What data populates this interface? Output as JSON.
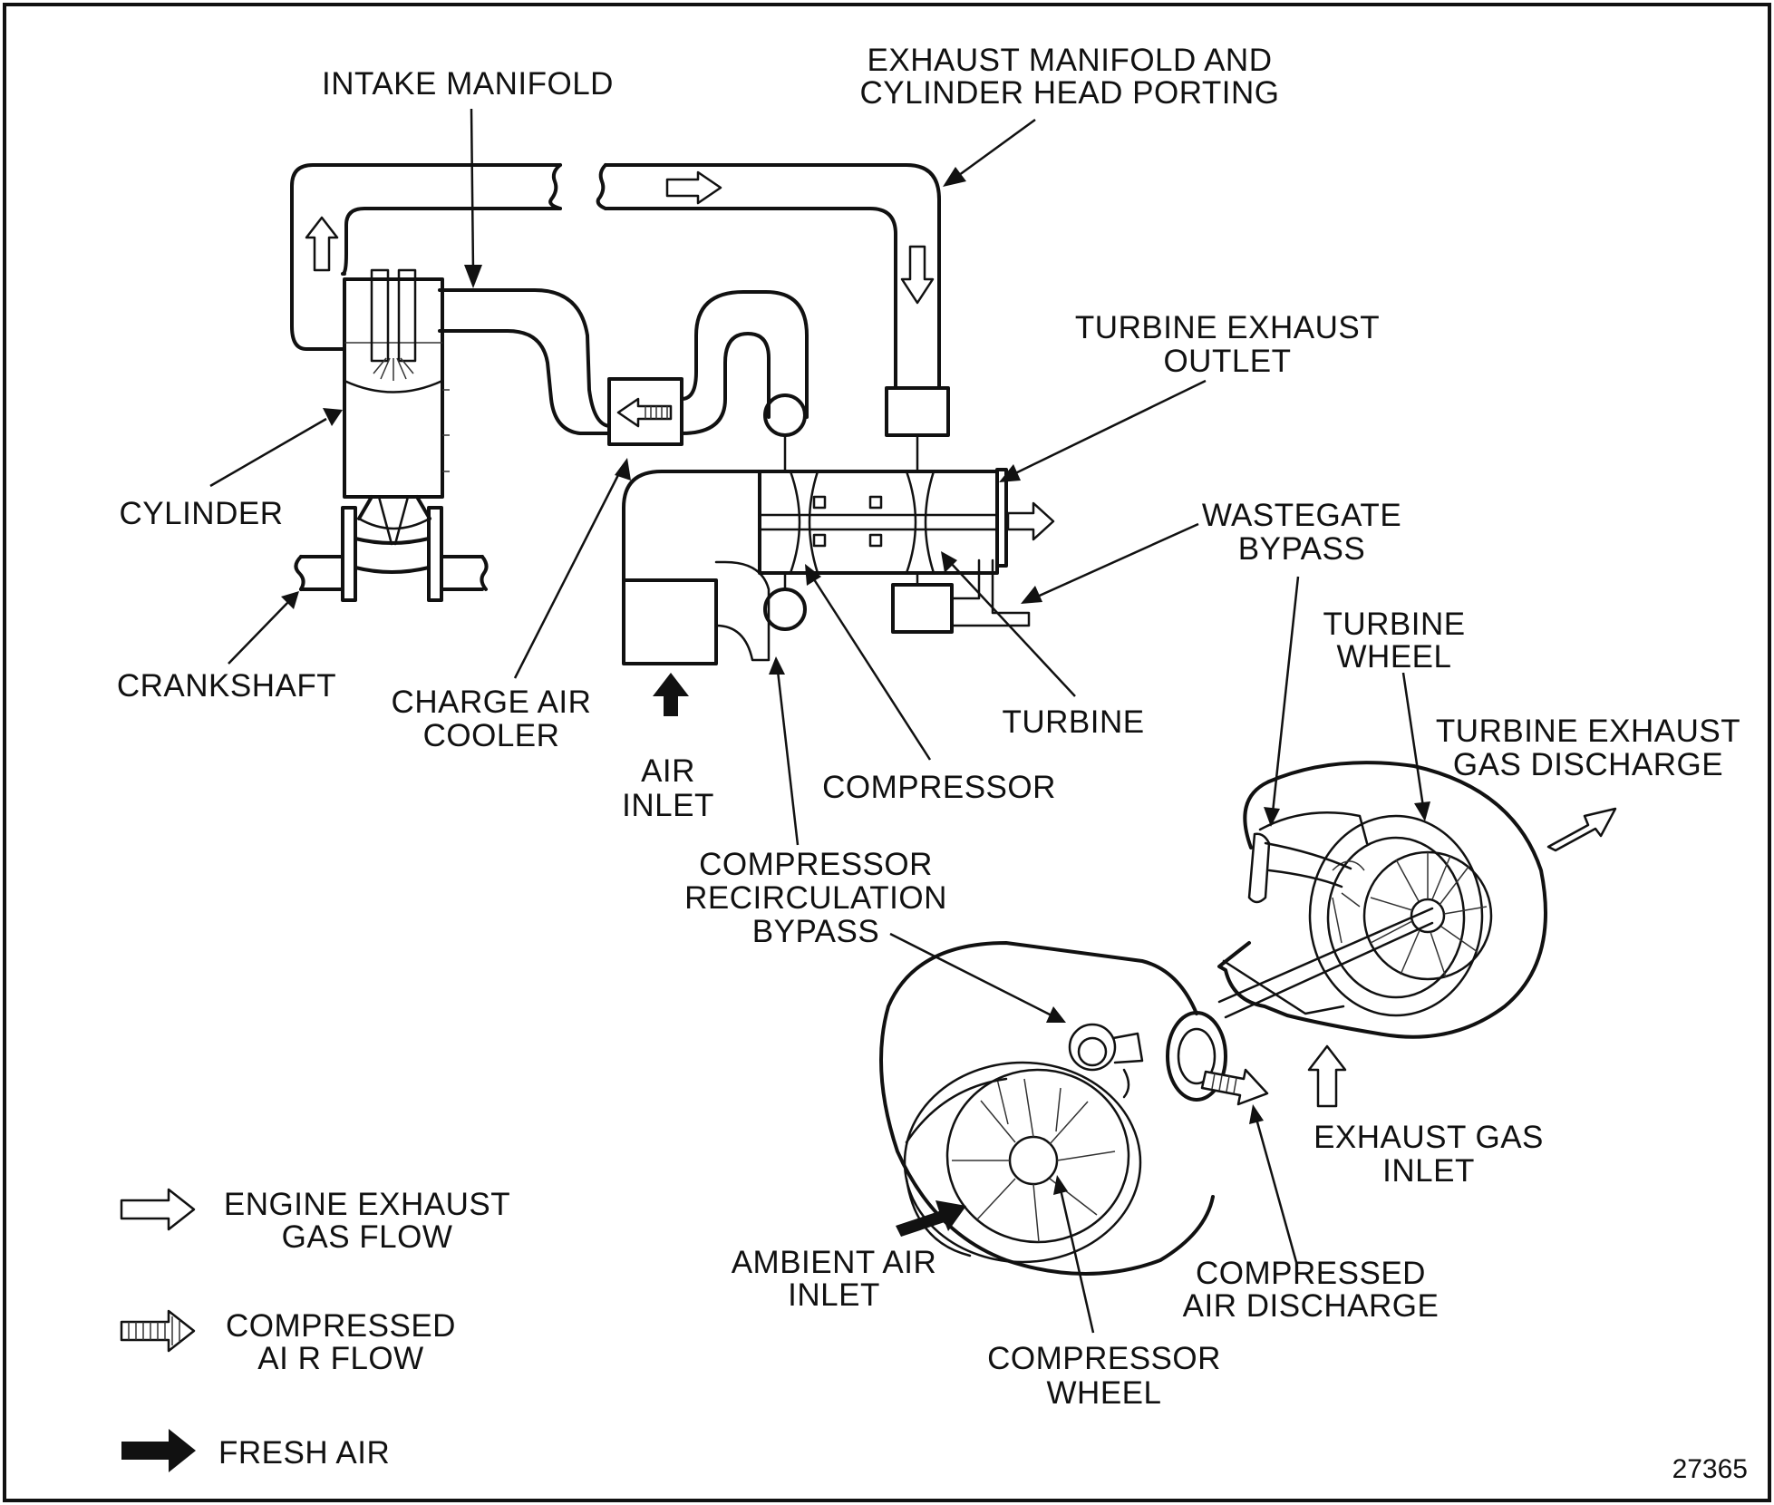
{
  "labels": {
    "intake_manifold": "INTAKE MANIFOLD",
    "exhaust_manifold_1": "EXHAUST MANIFOLD AND",
    "exhaust_manifold_2": "CYLINDER HEAD PORTING",
    "turbine_exhaust_outlet_1": "TURBINE EXHAUST",
    "turbine_exhaust_outlet_2": "OUTLET",
    "cylinder": "CYLINDER",
    "wastegate_1": "WASTEGATE",
    "wastegate_2": "BYPASS",
    "turbine_wheel_1": "TURBINE",
    "turbine_wheel_2": "WHEEL",
    "crankshaft": "CRANKSHAFT",
    "charge_air_cooler_1": "CHARGE AIR",
    "charge_air_cooler_2": "COOLER",
    "turbine": "TURBINE",
    "turbine_exhaust_gas_1": "TURBINE EXHAUST",
    "turbine_exhaust_gas_2": "GAS DISCHARGE",
    "air_inlet_1": "AIR",
    "air_inlet_2": "INLET",
    "compressor": "COMPRESSOR",
    "recirc_1": "COMPRESSOR",
    "recirc_2": "RECIRCULATION",
    "recirc_3": "BYPASS",
    "exhaust_gas_inlet_1": "EXHAUST GAS",
    "exhaust_gas_inlet_2": "INLET",
    "ambient_air_1": "AMBIENT AIR",
    "ambient_air_2": "INLET",
    "compressed_air_discharge_1": "COMPRESSED",
    "compressed_air_discharge_2": "AIR DISCHARGE",
    "compressor_wheel_1": "COMPRESSOR",
    "compressor_wheel_2": "WHEEL"
  },
  "legend": {
    "engine_exhaust_1": "ENGINE EXHAUST",
    "engine_exhaust_2": "GAS FLOW",
    "compressed_air_1": "COMPRESSED",
    "compressed_air_2": "AI R FLOW",
    "fresh_air": "FRESH AIR"
  },
  "figure_number": "27365"
}
